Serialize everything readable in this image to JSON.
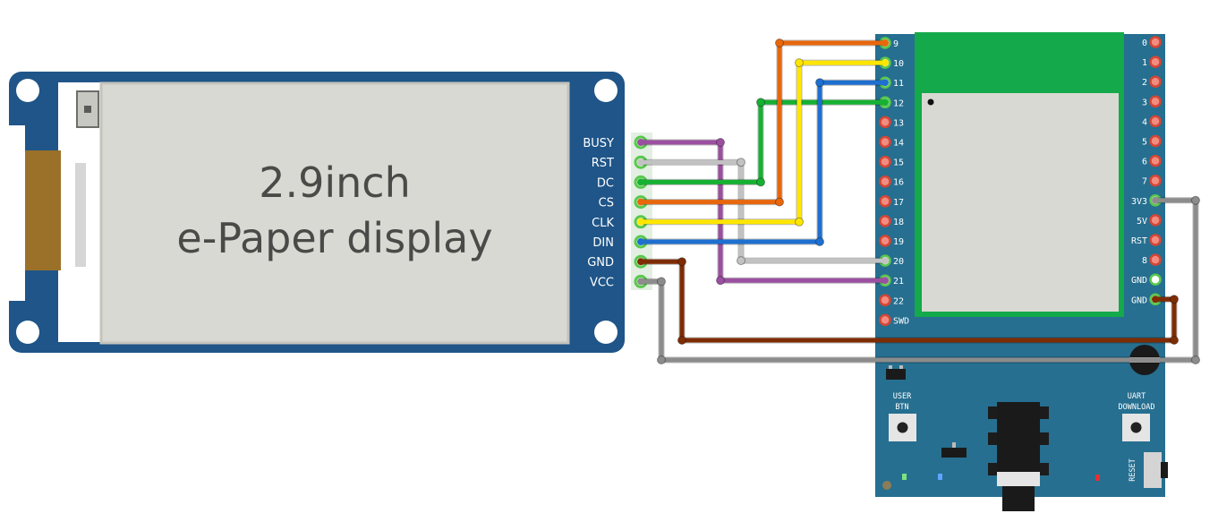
{
  "colors": {
    "module_pcb": "#1f5588",
    "screen": "#d9d9d3",
    "mcu_pcb": "#266f90",
    "rf_module": "#14a94a",
    "wire_busy": "#9b4fa0",
    "wire_rst": "#c2c2c2",
    "wire_dc": "#16b132",
    "wire_cs": "#e8670c",
    "wire_clk": "#ffe600",
    "wire_din": "#1e6fd0",
    "wire_gnd": "#7f2c04",
    "wire_vcc": "#8c8c8c"
  },
  "display": {
    "title_line1": "2.9inch",
    "title_line2": "e-Paper display",
    "pins": [
      "BUSY",
      "RST",
      "DC",
      "CS",
      "CLK",
      "DIN",
      "GND",
      "VCC"
    ]
  },
  "mcu": {
    "left_pins": [
      "9",
      "10",
      "11",
      "12",
      "13",
      "14",
      "15",
      "16",
      "17",
      "18",
      "19",
      "20",
      "21",
      "22",
      "SWD"
    ],
    "right_pins": [
      "0",
      "1",
      "2",
      "3",
      "4",
      "5",
      "6",
      "7",
      "3V3",
      "5V",
      "RST",
      "8",
      "GND",
      "GND"
    ],
    "user_button": [
      "USER",
      "BTN"
    ],
    "uart_button": [
      "UART",
      "DOWNLOAD"
    ],
    "reset_label": "RESET"
  },
  "connections": [
    {
      "from": "BUSY",
      "to": "21"
    },
    {
      "from": "RST",
      "to": "20"
    },
    {
      "from": "DC",
      "to": "12"
    },
    {
      "from": "CS",
      "to": "9"
    },
    {
      "from": "CLK",
      "to": "10"
    },
    {
      "from": "DIN",
      "to": "11"
    },
    {
      "from": "GND",
      "to": "GND"
    },
    {
      "from": "VCC",
      "to": "3V3"
    }
  ]
}
